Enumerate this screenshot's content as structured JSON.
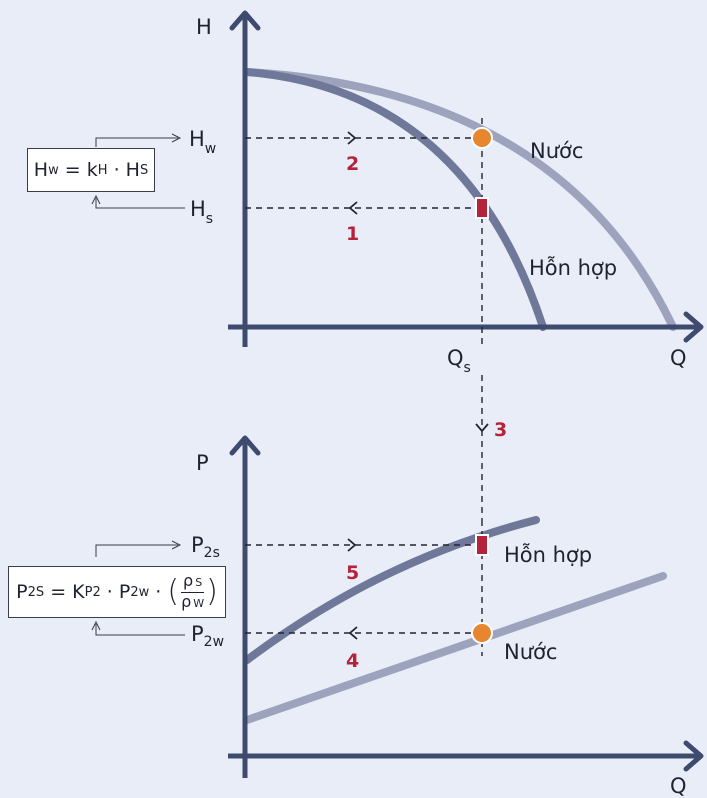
{
  "top_chart": {
    "y_axis": "H",
    "x_axis": "Q",
    "hw_label": "H",
    "hw_sub": "w",
    "hs_label": "H",
    "hs_sub": "s",
    "qs_label": "Q",
    "qs_sub": "s",
    "water_curve_label": "Nước",
    "mixture_curve_label": "Hỗn hợp",
    "step_2": "2",
    "step_1": "1",
    "formula": {
      "lhs": "H",
      "lhs_sub": "w",
      "eq": " = k",
      "k_sub": "H",
      "rest": " · H",
      "hs_sub": "S"
    }
  },
  "bottom_chart": {
    "y_axis": "P",
    "x_axis": "Q",
    "p2s_label": "P",
    "p2s_sub": "2s",
    "p2w_label": "P",
    "p2w_sub": "2w",
    "mixture_curve_label": "Hỗn hợp",
    "water_curve_label": "Nước",
    "step_5": "5",
    "step_4": "4",
    "formula": {
      "lhs": "P",
      "lhs_sub": "2S",
      "eq": " = K",
      "k_sub": "P2",
      "dot1": " · P",
      "p_sub": "2w",
      "dot2": " · ",
      "num": "ρ",
      "num_sub": "S",
      "den": "ρ",
      "den_sub": "W"
    }
  },
  "step_3": "3",
  "colors": {
    "axis": "#3e4b6e",
    "mixture_curve": "#6f7898",
    "water_curve": "#9da3bd",
    "water_point": "#e8852f",
    "mixture_point": "#b5233a",
    "step_number": "#b5233a",
    "background": "#e9edf7"
  }
}
